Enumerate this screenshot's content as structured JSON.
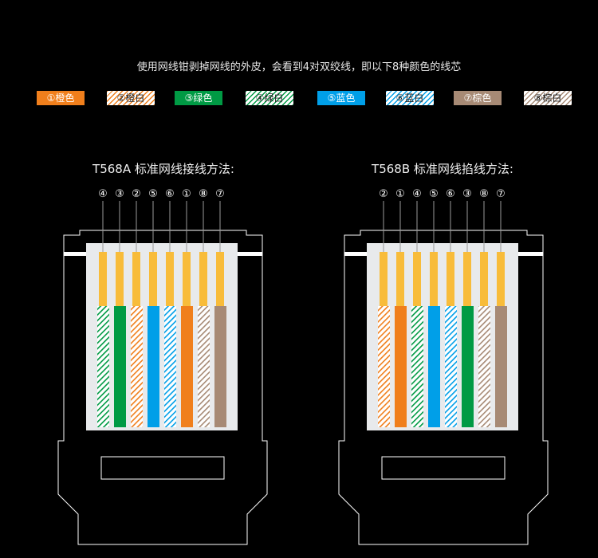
{
  "intro": "使用网线钳剥掉网线的外皮，会看到4对双绞线，即以下8种颜色的线芯",
  "colors": {
    "orange": "#f07f1c",
    "blue": "#009fe8",
    "green": "#009a44",
    "brown": "#a78a75",
    "pin": "#f8bc3a",
    "white": "#ffffff"
  },
  "legend": [
    {
      "label": "①橙色",
      "color": "orange",
      "striped": false
    },
    {
      "label": "②橙白",
      "color": "orange",
      "striped": true
    },
    {
      "label": "③绿色",
      "color": "green",
      "striped": false
    },
    {
      "label": "④绿白",
      "color": "green",
      "striped": true
    },
    {
      "label": "⑤蓝色",
      "color": "blue",
      "striped": false
    },
    {
      "label": "⑥蓝白",
      "color": "blue",
      "striped": true
    },
    {
      "label": "⑦棕色",
      "color": "brown",
      "striped": false
    },
    {
      "label": "⑧棕白",
      "color": "brown",
      "striped": true
    }
  ],
  "connectors": [
    {
      "id": "a",
      "title": "T568A 标准网线接线方法:",
      "wires": [
        {
          "num": "④",
          "color": "green",
          "striped": true
        },
        {
          "num": "③",
          "color": "green",
          "striped": false
        },
        {
          "num": "②",
          "color": "orange",
          "striped": true
        },
        {
          "num": "⑤",
          "color": "blue",
          "striped": false
        },
        {
          "num": "⑥",
          "color": "blue",
          "striped": true
        },
        {
          "num": "①",
          "color": "orange",
          "striped": false
        },
        {
          "num": "⑧",
          "color": "brown",
          "striped": true
        },
        {
          "num": "⑦",
          "color": "brown",
          "striped": false
        }
      ]
    },
    {
      "id": "b",
      "title": "T568B 标准网线掐线方法:",
      "wires": [
        {
          "num": "②",
          "color": "orange",
          "striped": true
        },
        {
          "num": "①",
          "color": "orange",
          "striped": false
        },
        {
          "num": "④",
          "color": "green",
          "striped": true
        },
        {
          "num": "⑤",
          "color": "blue",
          "striped": false
        },
        {
          "num": "⑥",
          "color": "blue",
          "striped": true
        },
        {
          "num": "③",
          "color": "green",
          "striped": false
        },
        {
          "num": "⑧",
          "color": "brown",
          "striped": true
        },
        {
          "num": "⑦",
          "color": "brown",
          "striped": false
        }
      ]
    }
  ]
}
